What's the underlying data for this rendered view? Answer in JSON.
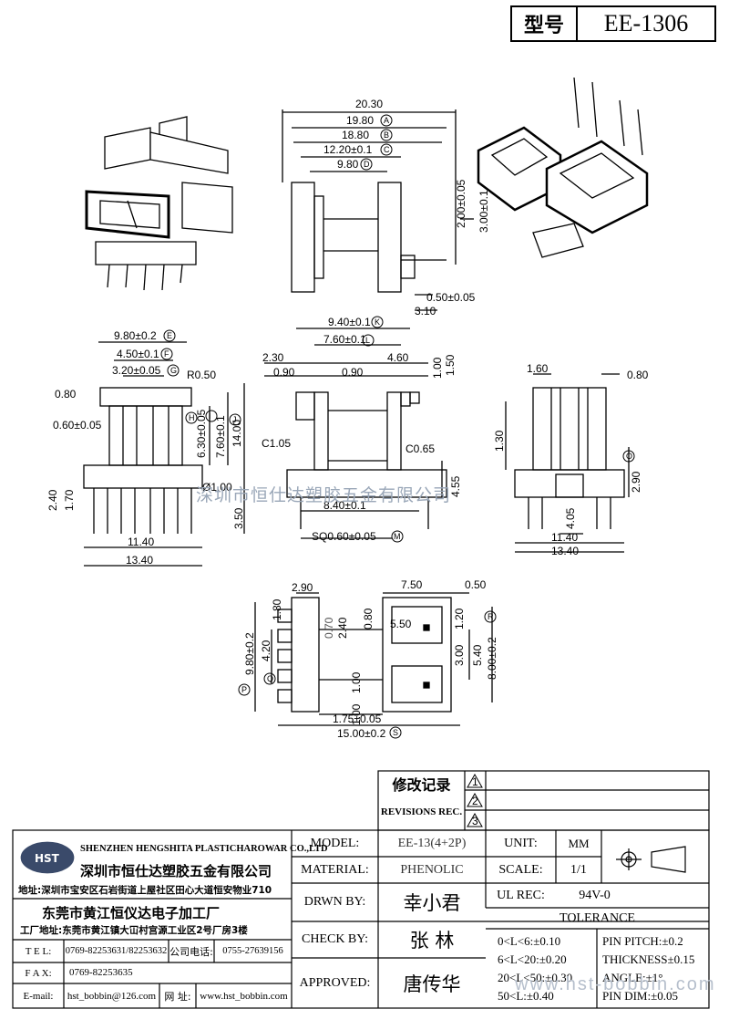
{
  "header": {
    "label": "型号",
    "model": "EE-1306"
  },
  "watermark": "深圳市恒仕达塑胶五金有限公司",
  "watermark_url": "www.hst-bobbin.com",
  "dims": {
    "top": [
      "20.30",
      "19.80",
      "18.80",
      "12.20±0.1",
      "9.80",
      "2.00±0.05",
      "3.00±0.1",
      "0.50±0.05",
      "3.10"
    ],
    "left": [
      "9.80±0.2",
      "4.50±0.1",
      "3.20±0.05",
      "R0.50",
      "0.80",
      "0.60±0.05",
      "6.30±0.05",
      "7.60±0.1",
      "14.00",
      "2.40",
      "1.70",
      "3.50",
      "11.40",
      "13.40",
      "Ø1.00"
    ],
    "mid": [
      "9.40±0.1",
      "7.60±0.1",
      "2.30",
      "0.90",
      "0.90",
      "4.60",
      "1.00",
      "1.50",
      "C1.05",
      "C0.65",
      "4.55",
      "8.40±0.1",
      "SQ0.60±0.05"
    ],
    "right": [
      "1.60",
      "0.80",
      "1.30",
      "2.90",
      "4.05",
      "11.40",
      "13.40"
    ],
    "bottom": [
      "2.90",
      "7.50",
      "0.50",
      "1.80",
      "0.70",
      "2.40",
      "0.80",
      "1.20",
      "5.50",
      "9.80±0.2",
      "4.20",
      "3.00",
      "5.40",
      "8.00±0.2",
      "1.00",
      "1.00",
      "1.75±0.05",
      "15.00±0.2"
    ],
    "markers": [
      "A",
      "B",
      "C",
      "D",
      "E",
      "F",
      "G",
      "H",
      "I",
      "J",
      "K",
      "L",
      "M",
      "O",
      "P",
      "Q",
      "R",
      "S"
    ]
  },
  "revisions": {
    "title": "修改记录",
    "subtitle": "REVISIONS REC.",
    "nums": [
      "1",
      "2",
      "3"
    ]
  },
  "company": {
    "en": "SHENZHEN HENGSHITA PLASTICHAROWAR CO.,LTD",
    "cn": "深圳市恒仕达塑胶五金有限公司",
    "addr": "地址:深圳市宝安区石岩街道上屋社区田心大道恒安物业710",
    "factory": "东莞市黄江恒仪达电子加工厂",
    "factory_addr": "工厂地址:东莞市黄江镇大冚村宫源工业区2号厂房3楼",
    "logo": "HST"
  },
  "contact": {
    "tel_label": "T E L:",
    "tel": "0769-82253631/82253632",
    "phone_label": "公司电话:",
    "phone": "0755-27639156",
    "fax_label": "F A X:",
    "fax": "0769-82253635",
    "email_label": "E-mail:",
    "email": "hst_bobbin@126.com",
    "web_label": "网 址:",
    "web": "www.hst_bobbin.com"
  },
  "spec": {
    "model_label": "MODEL:",
    "model": "EE-13(4+2P)",
    "unit_label": "UNIT:",
    "unit": "MM",
    "material_label": "MATERIAL:",
    "material": "PHENOLIC",
    "scale_label": "SCALE:",
    "scale": "1/1",
    "drawn_label": "DRWN BY:",
    "drawn": "幸小君",
    "ul_label": "UL REC:",
    "ul": "94V-0",
    "check_label": "CHECK BY:",
    "check": "张  林",
    "approved_label": "APPROVED:",
    "approved": "唐传华",
    "tolerance_title": "TOLERANCE",
    "tol": [
      "0<L<6:±0.10",
      "6<L<20:±0.20",
      "20<L<50:±0.30",
      "50<L:±0.40"
    ],
    "tol2": [
      "PIN PITCH:±0.2",
      "THICKNESS±0.15",
      "ANGLE:±1°",
      "PIN DIM:±0.05"
    ]
  }
}
